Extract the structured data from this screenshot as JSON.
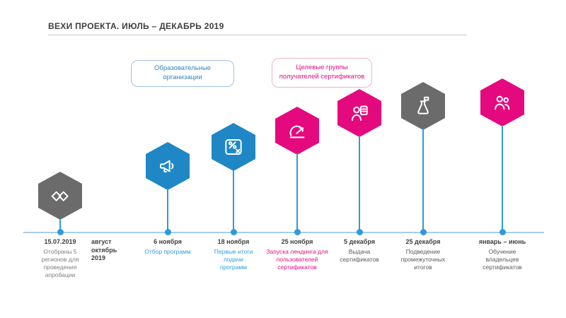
{
  "slide": {
    "title": "ВЕХИ ПРОЕКТА. ИЮЛЬ – ДЕКАБРЬ 2019"
  },
  "colors": {
    "blue": "#1f87c5",
    "pink": "#e5097f",
    "gray": "#6b6b6b",
    "timeline": "#a8cce8"
  },
  "callouts": [
    {
      "label": "Образовательные организации",
      "color": "#2e86c1"
    },
    {
      "label": "Целевые группы получателей  сертификатов",
      "color": "#e5097f"
    }
  ],
  "milestones": [
    {
      "date": "15.07.2019",
      "description": "Отобраны 5 регионов для проведения апробации",
      "hex": "gray",
      "icon": "handshake-icon"
    },
    {
      "date": "август октябрь 2019",
      "description": "",
      "hex": null,
      "icon": null
    },
    {
      "date": "6 ноября",
      "description": "Отбор программ",
      "hex": "blue",
      "icon": "megaphone-icon"
    },
    {
      "date": "18 ноября",
      "description": "Первые итоги подачи программ",
      "hex": "blue",
      "icon": "chart-percent-icon"
    },
    {
      "date": "25 ноября",
      "description": "Запуска лендинга для пользователей сертификатов",
      "hex": "pink",
      "icon": "speedometer-icon"
    },
    {
      "date": "5 декабря",
      "description": "Выдача сертификатов",
      "hex": "pink",
      "icon": "certificate-person-icon"
    },
    {
      "date": "25 декабря",
      "description": "Подведение промежуточных итогов",
      "hex": "gray",
      "icon": "flask-flag-icon"
    },
    {
      "date": "январь – июнь",
      "description": "Обучение владельцев сертификатов",
      "hex": "pink",
      "icon": "people-icon"
    }
  ]
}
